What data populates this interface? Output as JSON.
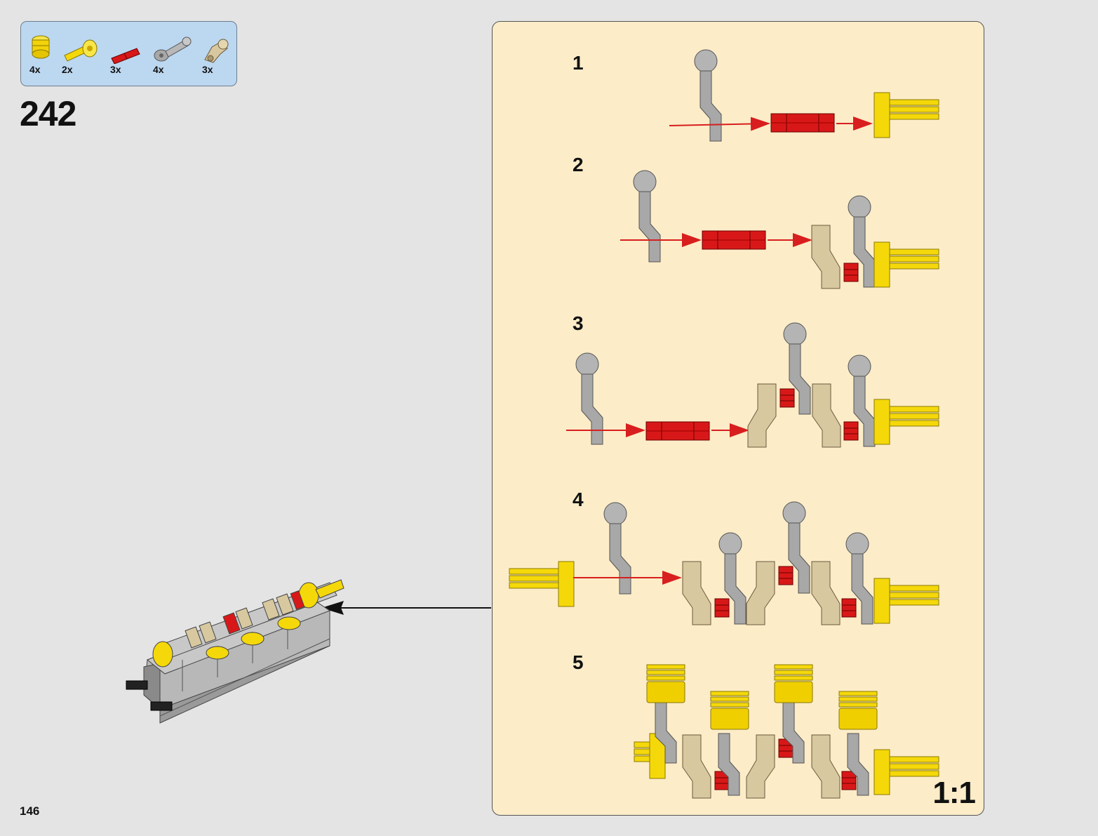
{
  "parts_list": [
    {
      "icon": "yellow-gear-cylinder-icon",
      "qty": "4x"
    },
    {
      "icon": "yellow-axle-connector-icon",
      "qty": "2x"
    },
    {
      "icon": "red-axle-icon",
      "qty": "3x"
    },
    {
      "icon": "gray-ball-link-icon",
      "qty": "4x"
    },
    {
      "icon": "tan-crank-icon",
      "qty": "3x"
    }
  ],
  "step": {
    "number": "242"
  },
  "page": {
    "number": "146"
  },
  "callout": {
    "substeps": [
      "1",
      "2",
      "3",
      "4",
      "5"
    ],
    "scale": "1:1"
  },
  "colors": {
    "background": "#e4e4e4",
    "parts_box": "#bcd7f0",
    "callout": "#fcecc8",
    "arrow_red": "#d81e1e",
    "yellow": "#f5d80a",
    "tan": "#d8c8a0",
    "gray": "#a8a8a8",
    "red": "#d81818"
  }
}
